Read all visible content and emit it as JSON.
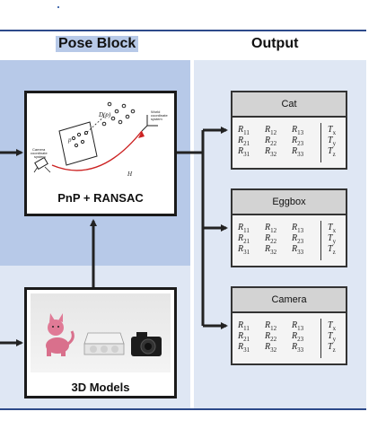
{
  "headers": {
    "pose_block": "Pose Block",
    "output": "Output"
  },
  "pnp": {
    "label": "PnP + RANSAC",
    "projection_label": "D(p)",
    "point_label": "p",
    "world_label": "World coordinate system",
    "camera_label": "Camera coordinate system",
    "transform_label": "H"
  },
  "models": {
    "label": "3D Models",
    "items": [
      "cat-model-icon",
      "eggbox-model-icon",
      "camera-model-icon"
    ]
  },
  "outputs": [
    {
      "name": "Cat"
    },
    {
      "name": "Eggbox"
    },
    {
      "name": "Camera"
    }
  ],
  "matrix": {
    "rows": [
      [
        "R",
        "11",
        "R",
        "12",
        "R",
        "13"
      ],
      [
        "R",
        "21",
        "R",
        "22",
        "R",
        "23"
      ],
      [
        "R",
        "31",
        "R",
        "32",
        "R",
        "33"
      ]
    ],
    "translation": [
      [
        "T",
        "x"
      ],
      [
        "T",
        "y"
      ],
      [
        "T",
        "z"
      ]
    ]
  },
  "colors": {
    "accent_blue": "#2d4a8a",
    "pose_panel": "#b7c9e8",
    "light_panel": "#dfe7f4",
    "arc_red": "#cc2222"
  }
}
